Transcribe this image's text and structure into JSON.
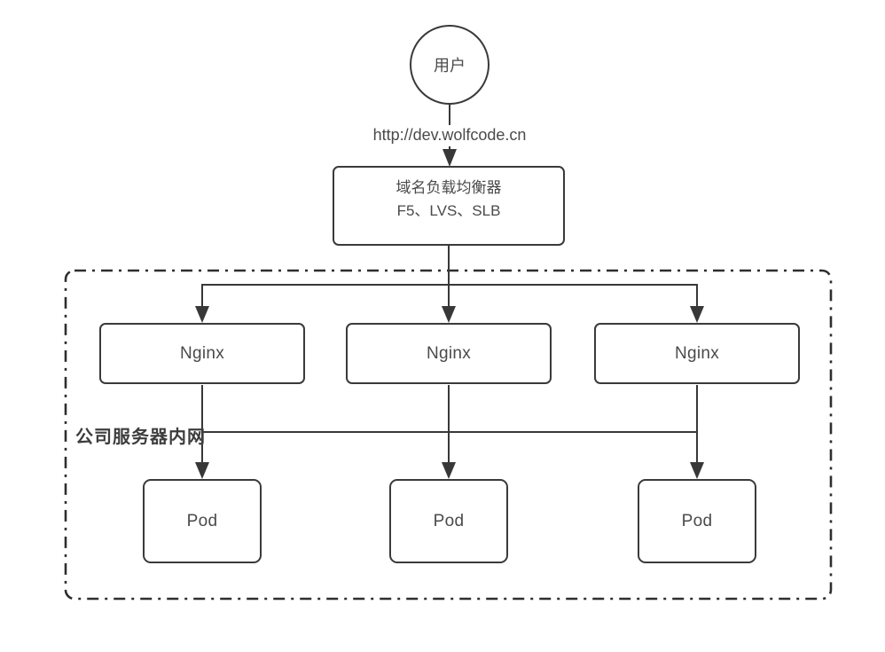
{
  "diagram": {
    "title": "kubernetes-ingress-traffic-diagram",
    "user_node": {
      "label": "用户"
    },
    "url_label": "http://dev.wolfcode.cn",
    "load_balancer": {
      "line1": "域名负载均衡器",
      "line2": "F5、LVS、SLB"
    },
    "intranet": {
      "label": "公司服务器内网"
    },
    "nginx_nodes": [
      {
        "label": "Nginx"
      },
      {
        "label": "Nginx"
      },
      {
        "label": "Nginx"
      }
    ],
    "pod_nodes": [
      {
        "label": "Pod"
      },
      {
        "label": "Pod"
      },
      {
        "label": "Pod"
      }
    ],
    "colors": {
      "stroke": "#383838",
      "text": "#4a4a4a",
      "background": "#ffffff"
    }
  }
}
